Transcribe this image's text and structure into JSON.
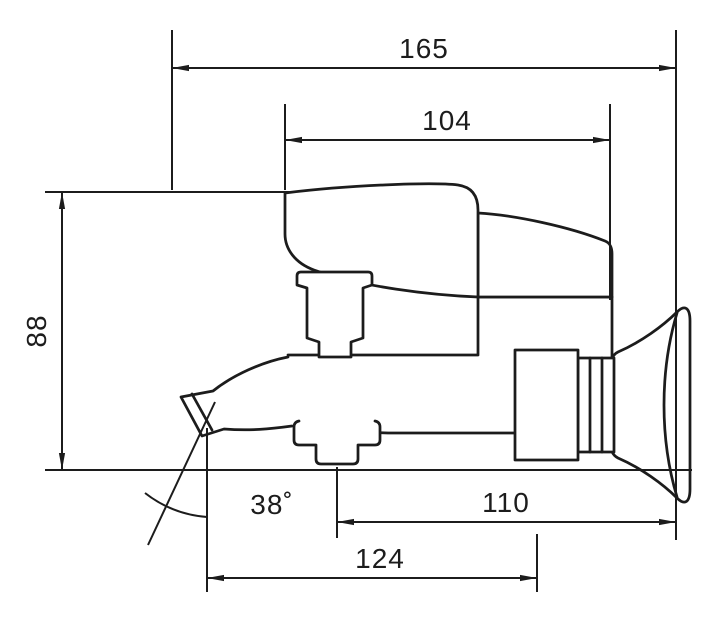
{
  "drawing": {
    "subject": "wall-mounted bath mixer tap, side view dimensional drawing",
    "line_color": "#1c1c1c",
    "background_color": "#ffffff",
    "dimensions": {
      "overall_depth": "165",
      "top_assembly_width": "104",
      "height": "88",
      "spout_angle": "38˚",
      "body_to_wall": "110",
      "spout_reach": "124"
    }
  }
}
